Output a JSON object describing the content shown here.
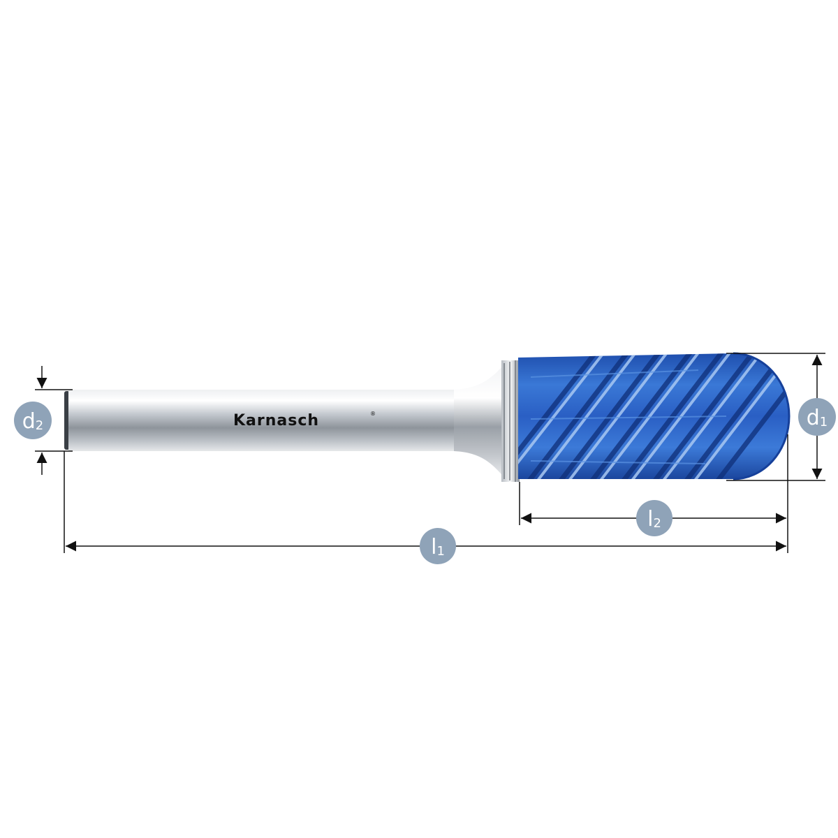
{
  "brand": {
    "name": "Karnasch",
    "registered_mark": "®"
  },
  "dimensions": {
    "d1": {
      "letter": "d",
      "subscript": "1"
    },
    "d2": {
      "letter": "d",
      "subscript": "2"
    },
    "l1": {
      "letter": "l",
      "subscript": "1"
    },
    "l2": {
      "letter": "l",
      "subscript": "2"
    }
  },
  "colors": {
    "badge": "#8fa3b8",
    "dimension_line": "#111111",
    "coating_blue": "#2f63c8",
    "shank_silver": "#c9ced4"
  }
}
